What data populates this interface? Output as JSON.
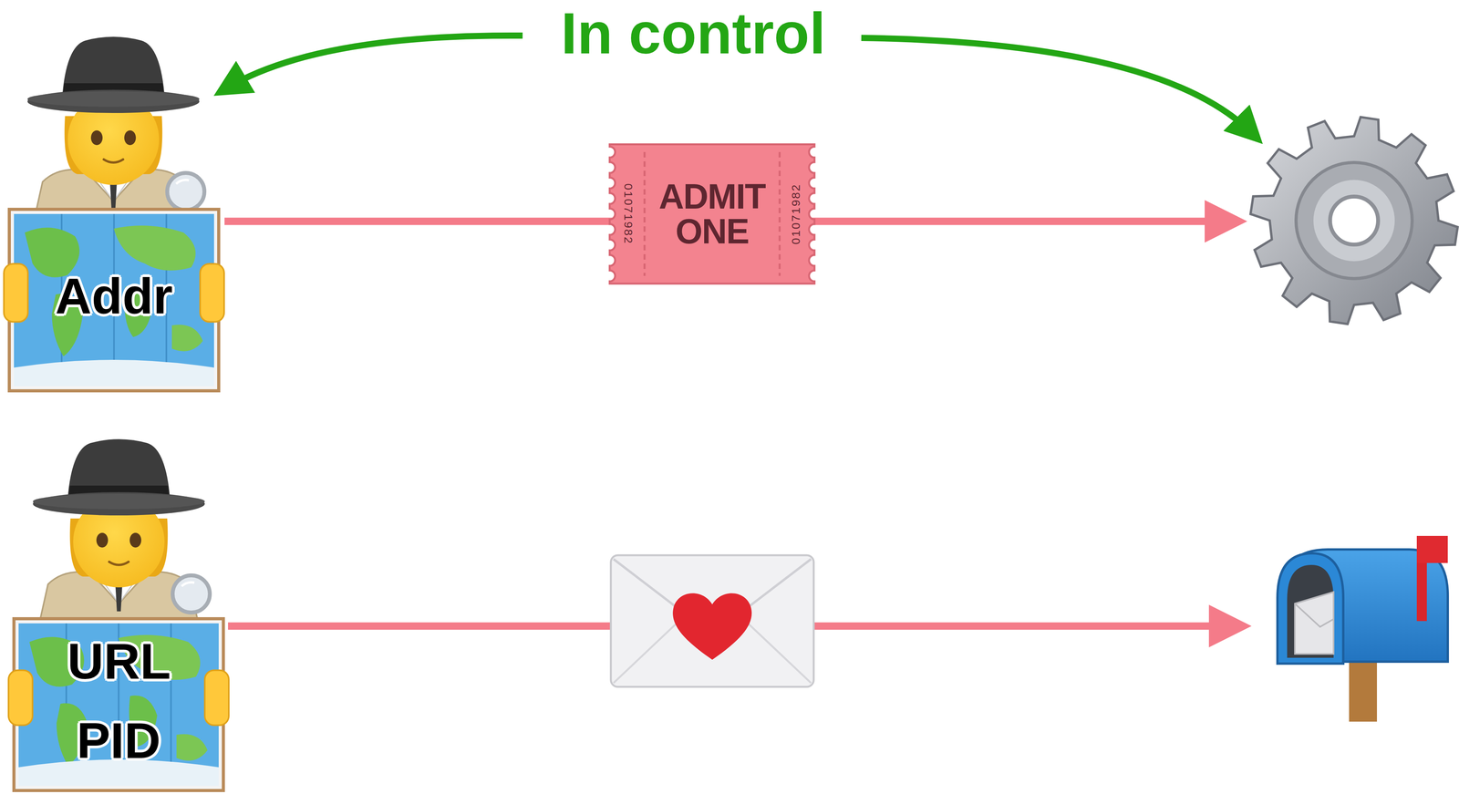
{
  "diagram": {
    "nodes": [
      {
        "text": [
          "Addr"
        ]
      },
      {
        "text": [
          "ADMIT ONE",
          "01071982",
          "01071982"
        ]
      },
      {
        "text": [
          "URL PID"
        ]
      }
    ],
    "labels": [
      "In control"
    ]
  }
}
